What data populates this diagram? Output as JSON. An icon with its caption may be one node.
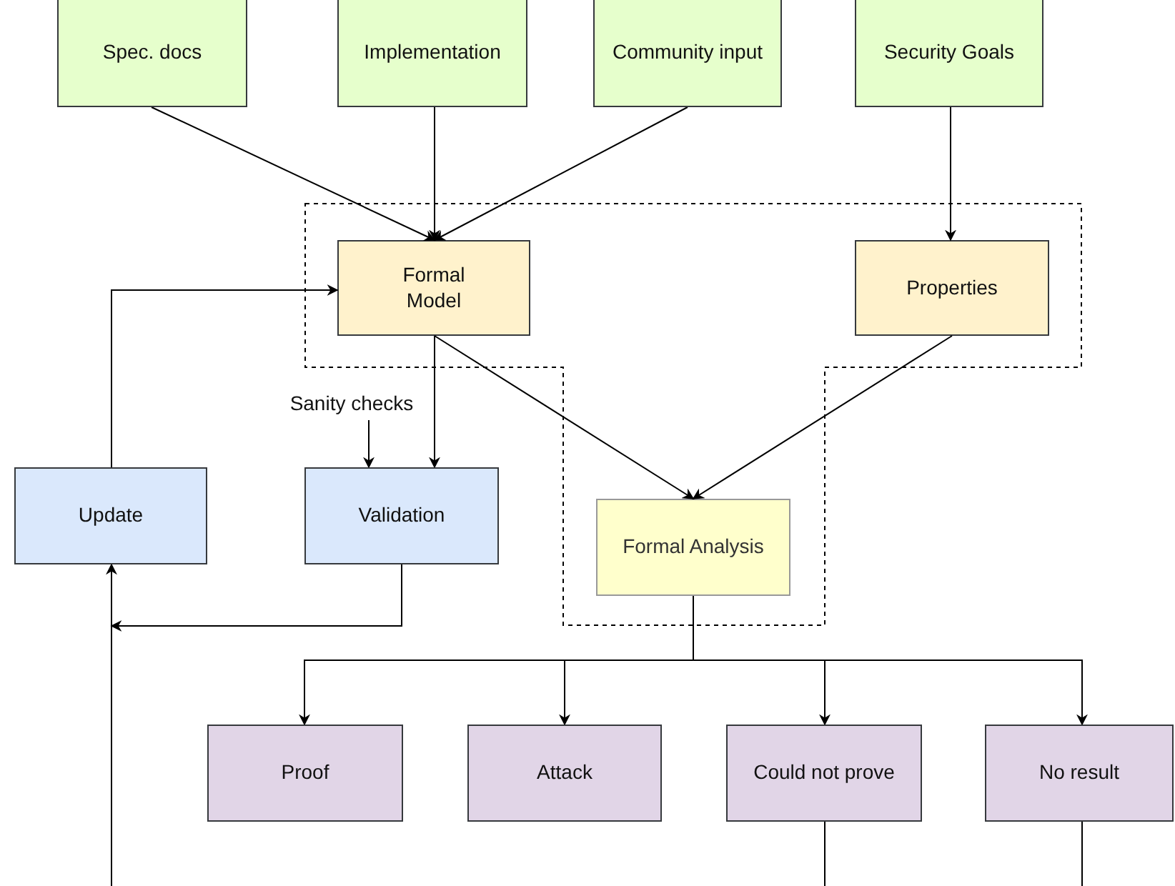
{
  "diagram": {
    "nodes": [
      {
        "text": [
          "Spec. docs"
        ]
      },
      {
        "text": [
          "Implementation"
        ]
      },
      {
        "text": [
          "Community input"
        ]
      },
      {
        "text": [
          "Security Goals"
        ]
      },
      {
        "text": [],
        "shape": "box"
      },
      {
        "text": [
          "Formal Model"
        ],
        "in": 4
      },
      {
        "text": [
          "Properties"
        ],
        "in": 4
      },
      {
        "text": [
          "Sanity checks"
        ]
      },
      {
        "text": [
          "Update"
        ]
      },
      {
        "text": [
          "Validation"
        ]
      },
      {
        "text": [
          "Formal Analysis"
        ],
        "in": 4
      },
      {
        "text": [
          "Proof"
        ]
      },
      {
        "text": [
          "Attack"
        ]
      },
      {
        "text": [
          "Could not prove"
        ]
      },
      {
        "text": [
          "No result"
        ]
      }
    ],
    "edges": [
      {
        "from": 0,
        "to": 5,
        "arrow": "to"
      },
      {
        "from": 1,
        "to": 5,
        "arrow": "to"
      },
      {
        "from": 2,
        "to": 5,
        "arrow": "to"
      },
      {
        "from": 3,
        "to": 6,
        "arrow": "to"
      },
      {
        "from": 8,
        "to": 5,
        "arrow": "to"
      },
      {
        "from": 5,
        "to": 9,
        "arrow": "to"
      },
      {
        "from": 7,
        "to": 9,
        "arrow": "to"
      },
      {
        "from": 5,
        "to": 10,
        "arrow": "to"
      },
      {
        "from": 6,
        "to": 10,
        "arrow": "to"
      },
      {
        "from": 9,
        "to": null,
        "arrow": "to"
      },
      {
        "from": null,
        "to": 8,
        "arrow": "to"
      },
      {
        "from": 10,
        "to": 11,
        "arrow": "to"
      },
      {
        "from": 10,
        "to": 12,
        "arrow": "to"
      },
      {
        "from": 10,
        "to": 13,
        "arrow": "to"
      },
      {
        "from": 10,
        "to": 14,
        "arrow": "to"
      },
      {
        "from": 13,
        "to": null,
        "arrow": "none"
      },
      {
        "from": 14,
        "to": null,
        "arrow": "none"
      }
    ]
  }
}
